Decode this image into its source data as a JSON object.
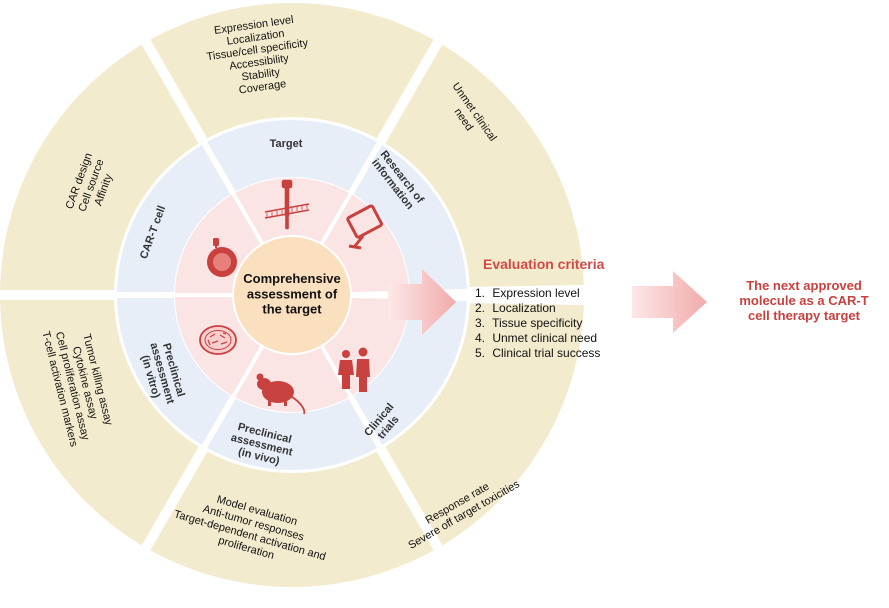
{
  "center": {
    "lines": [
      "Comprehensive",
      "assessment of",
      "the target"
    ]
  },
  "ring_segments": [
    {
      "id": "target",
      "lines": [
        "Target"
      ]
    },
    {
      "id": "research",
      "lines": [
        "Research of",
        "information"
      ]
    },
    {
      "id": "clinical",
      "lines": [
        "Clinical",
        "trials"
      ]
    },
    {
      "id": "invivo",
      "lines": [
        "Preclinical",
        "assessment",
        "(in vivo)"
      ]
    },
    {
      "id": "invitro",
      "lines": [
        "Preclinical",
        "assessment",
        "(in vitro)"
      ]
    },
    {
      "id": "cart",
      "lines": [
        "CAR-T cell"
      ]
    }
  ],
  "outer_segments": [
    {
      "id": "target",
      "lines": [
        "Expression level",
        "Localization",
        "Tissue/cell specificity",
        "Accessibility",
        "Stability",
        "Coverage"
      ]
    },
    {
      "id": "research",
      "lines": [
        "Unmet clinical",
        "need"
      ]
    },
    {
      "id": "clinical",
      "lines": [
        "Response rate",
        "Severe off target toxicities"
      ]
    },
    {
      "id": "invivo",
      "lines": [
        "Model evaluation",
        "Anti-tumor responses",
        "Target-dependent activation and",
        "proliferation"
      ]
    },
    {
      "id": "invitro",
      "lines": [
        "Tumor killing assay",
        "Cytokine assay",
        "Cell proliferation assay",
        "T-cell activation markers"
      ]
    },
    {
      "id": "cart",
      "lines": [
        "CAR design",
        "Cell source",
        "Affinity"
      ]
    }
  ],
  "criteria": {
    "title": "Evaluation criteria",
    "items": [
      {
        "num": "1.",
        "text": "Expression level"
      },
      {
        "num": "2.",
        "text": "Localization"
      },
      {
        "num": "3.",
        "text": "Tissue specificity"
      },
      {
        "num": "4.",
        "text": "Unmet clinical need"
      },
      {
        "num": "5.",
        "text": "Clinical trial success"
      }
    ]
  },
  "conclusion": {
    "lines": [
      "The next approved",
      "molecule as a CAR-T",
      "cell therapy target"
    ]
  },
  "colors": {
    "outer": "#f3ebcd",
    "ring": "#e7eef8",
    "inner": "#fbe4e4",
    "center": "#fbe0c0",
    "accent": "#d04b48",
    "arrow": "#f4b9b9",
    "icon": "#c8413f"
  },
  "icons": [
    {
      "segment": "target",
      "name": "receptor-membrane-icon"
    },
    {
      "segment": "research",
      "name": "computer-monitor-icon"
    },
    {
      "segment": "clinical",
      "name": "patients-icon"
    },
    {
      "segment": "invivo",
      "name": "mouse-icon"
    },
    {
      "segment": "invitro",
      "name": "petri-dish-icon"
    },
    {
      "segment": "cart",
      "name": "car-t-cell-icon"
    }
  ]
}
